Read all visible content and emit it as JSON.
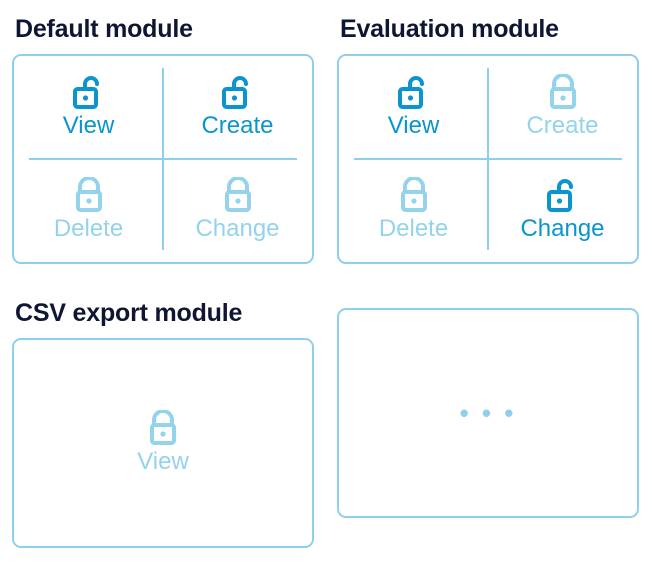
{
  "page": {
    "background_color": "#ffffff",
    "accent_granted_color": "#0b95cf",
    "accent_denied_color": "#93d3ec",
    "card_border_color": "#8ed0ec",
    "title_color": "#0e1633"
  },
  "modules": [
    {
      "id": "default",
      "title": "Default module",
      "layout": "quadrant",
      "permissions": [
        {
          "label": "View",
          "state": "granted",
          "icon": "unlocked-padlock-icon"
        },
        {
          "label": "Create",
          "state": "granted",
          "icon": "unlocked-padlock-icon"
        },
        {
          "label": "Delete",
          "state": "denied",
          "icon": "locked-padlock-icon"
        },
        {
          "label": "Change",
          "state": "denied",
          "icon": "locked-padlock-icon"
        }
      ]
    },
    {
      "id": "evaluation",
      "title": "Evaluation module",
      "layout": "quadrant",
      "permissions": [
        {
          "label": "View",
          "state": "granted",
          "icon": "unlocked-padlock-icon"
        },
        {
          "label": "Create",
          "state": "denied",
          "icon": "locked-padlock-icon"
        },
        {
          "label": "Delete",
          "state": "denied",
          "icon": "locked-padlock-icon"
        },
        {
          "label": "Change",
          "state": "granted",
          "icon": "unlocked-padlock-icon"
        }
      ]
    },
    {
      "id": "csv-export",
      "title": "CSV export module",
      "layout": "single",
      "permissions": [
        {
          "label": "View",
          "state": "denied",
          "icon": "locked-padlock-icon"
        }
      ]
    },
    {
      "id": "placeholder",
      "title": "",
      "layout": "ellipsis",
      "ellipsis_text": "• • •",
      "permissions": []
    }
  ]
}
